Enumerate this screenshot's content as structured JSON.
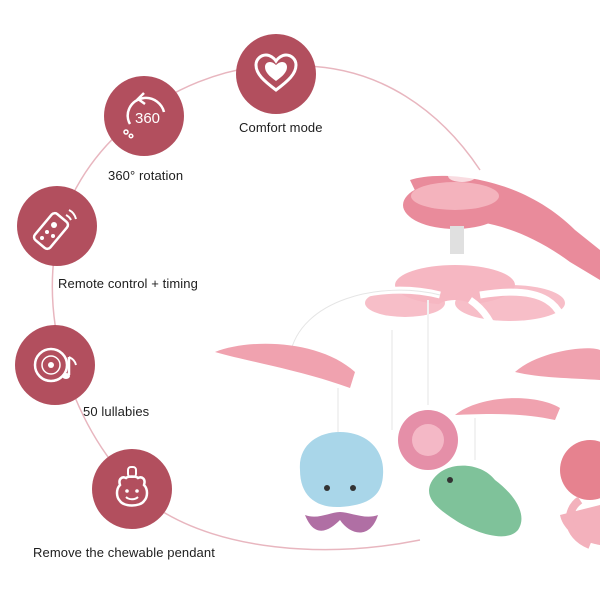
{
  "colors": {
    "badge": "#b24f5e",
    "arc": "#e8b6bf",
    "icon": "#ffffff",
    "mobile_pink": "#f1a6b2",
    "mobile_pink_dark": "#d96a7c",
    "blue_toy": "#a9d6e9",
    "green_toy": "#7fc29a"
  },
  "features": [
    {
      "label": "Comfort mode",
      "icon": "heart-icon"
    },
    {
      "label": "360° rotation",
      "icon": "rotation-360-icon",
      "icon_text": "360"
    },
    {
      "label": "Remote control + timing",
      "icon": "remote-control-icon"
    },
    {
      "label": "50 lullabies",
      "icon": "music-disc-icon"
    },
    {
      "label": "Remove the chewable pendant",
      "icon": "chewable-pendant-icon"
    }
  ]
}
